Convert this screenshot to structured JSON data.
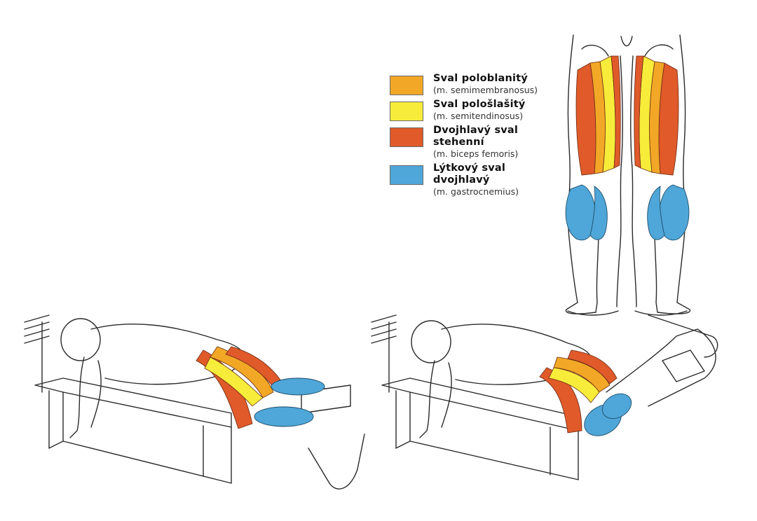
{
  "colors": {
    "semimembranosus": "#f2a826",
    "semitendinosus": "#f7ec3a",
    "biceps_femoris": "#e05a2a",
    "gastrocnemius": "#4fa6d8",
    "outline": "#2a2a2a"
  },
  "legend": [
    {
      "name": "Sval poloblanitý",
      "latin": "(m. semimembranosus)",
      "color_key": "semimembranosus"
    },
    {
      "name": "Sval pološlašitý",
      "latin": "(m. semitendinosus)",
      "color_key": "semitendinosus"
    },
    {
      "name": "Dvojhlavý sval stehenní",
      "latin": "(m. biceps femoris)",
      "color_key": "biceps_femoris"
    },
    {
      "name": "Lýtkový sval dvojhlavý",
      "latin": "(m. gastrocnemius)",
      "color_key": "gastrocnemius"
    }
  ]
}
